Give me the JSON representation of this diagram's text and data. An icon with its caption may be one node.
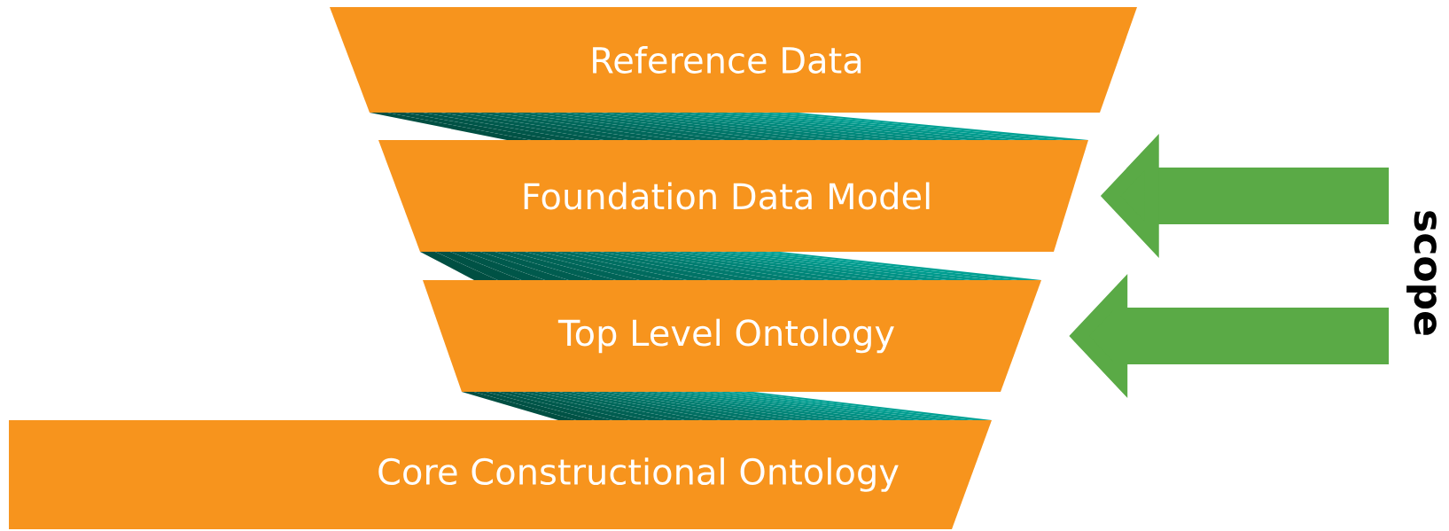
{
  "diagram": {
    "nodes": [
      {
        "text": [
          "Reference Data"
        ]
      },
      {
        "text": [
          "Foundation Data Model"
        ]
      },
      {
        "text": [
          "Top Level Ontology"
        ]
      },
      {
        "text": [
          "Core Constructional Ontology"
        ]
      }
    ],
    "edges": [
      {
        "from": null,
        "to": 1,
        "arrow": "to"
      },
      {
        "from": null,
        "to": 2,
        "arrow": "to"
      }
    ],
    "labels": [
      "scope"
    ]
  }
}
